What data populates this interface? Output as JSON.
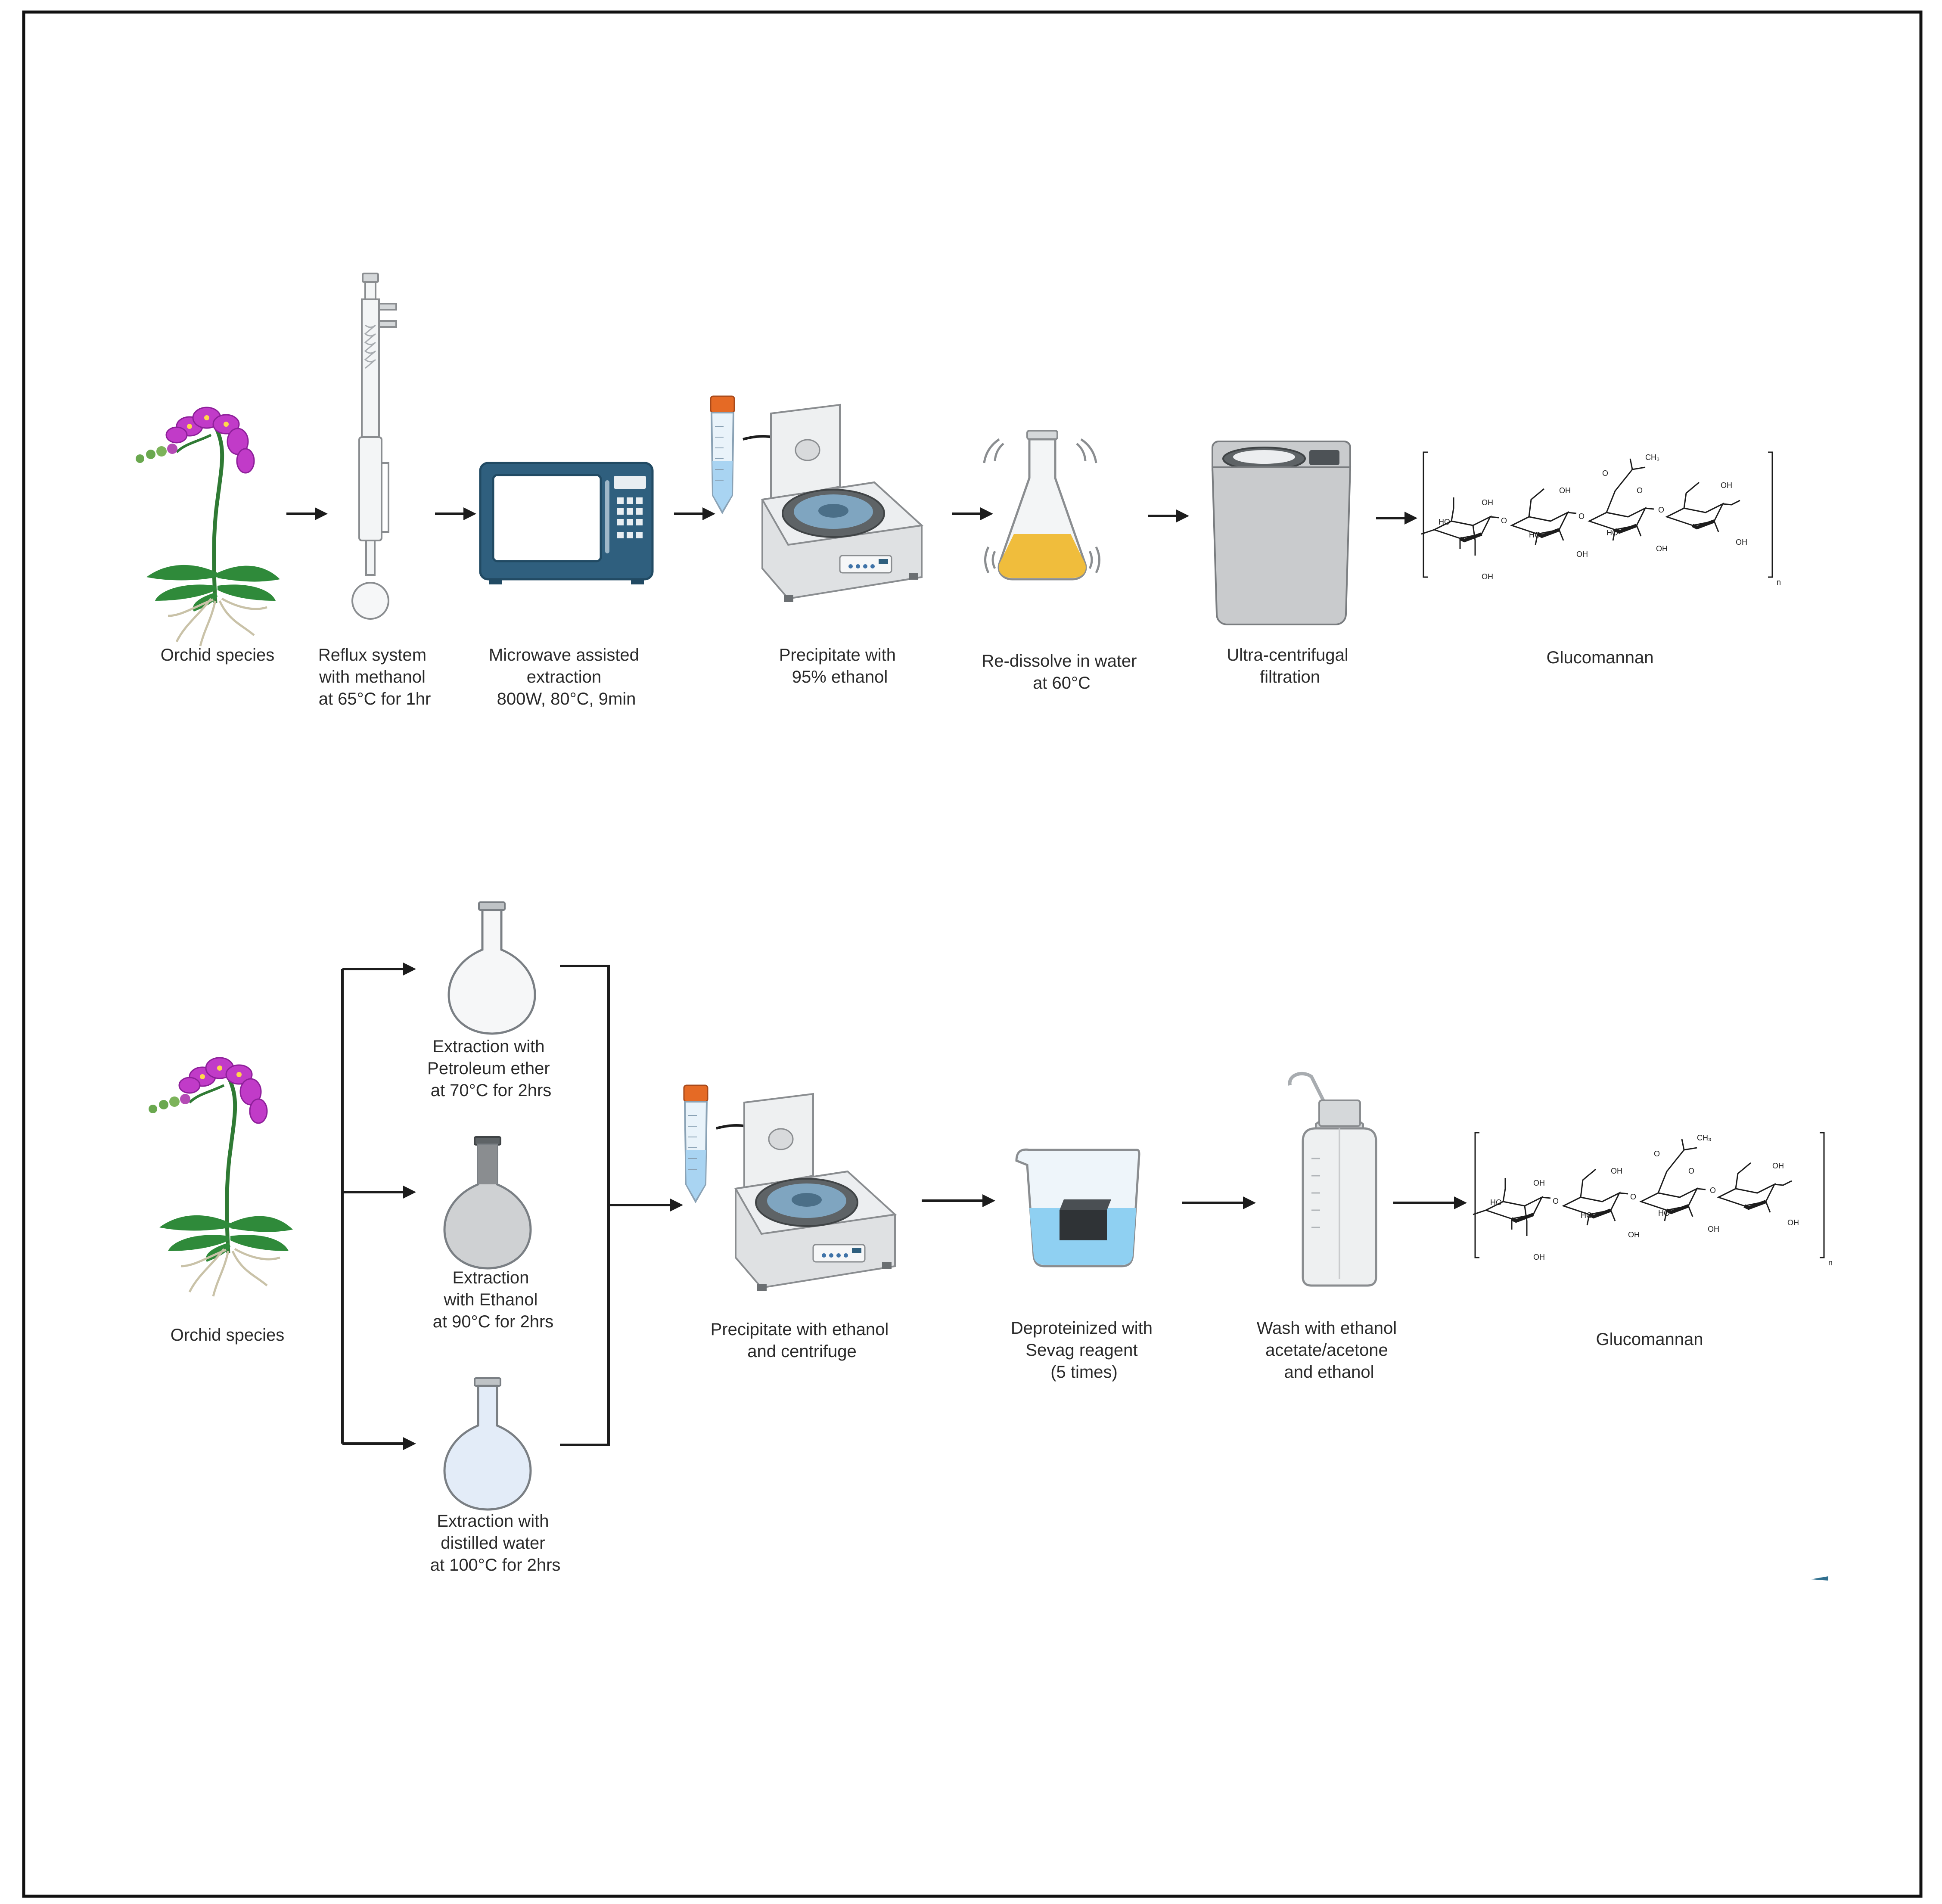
{
  "colors": {
    "frame": "#111111",
    "arrow": "#1c1c1c",
    "petal": "#c13bc8",
    "petal_dark": "#8e1f9a",
    "leaf": "#2f8a3a",
    "stem": "#2f7a34",
    "microwave": "#2f5f7e",
    "tube_cap": "#e56a25",
    "tube_liquid": "#a9d4f2",
    "device_gray": "#c9cbcd",
    "device_dark": "#8a8d90",
    "flask_fill": "#f0bd3c",
    "water": "#8fd0f2"
  },
  "top_row": {
    "steps": [
      {
        "icon": "orchid-icon",
        "label": [
          "Orchid species"
        ]
      },
      {
        "icon": "reflux-condenser-icon",
        "label": [
          "Reflux system",
          "with methanol",
          "at 65°C for 1hr"
        ]
      },
      {
        "icon": "microwave-icon",
        "label": [
          "Microwave assisted",
          "extraction",
          "800W, 80°C, 9min"
        ]
      },
      {
        "icon": "centrifuge-icon",
        "label": [
          "Precipitate with",
          "95% ethanol"
        ]
      },
      {
        "icon": "erlenmeyer-flask-icon",
        "label": [
          "Re-dissolve in water",
          "at 60°C"
        ]
      },
      {
        "icon": "ultracentrifuge-icon",
        "label": [
          "Ultra-centrifugal",
          "filtration"
        ]
      },
      {
        "icon": "glucomannan-structure-icon",
        "label": [
          "Glucomannan"
        ]
      }
    ]
  },
  "bottom_row": {
    "source": {
      "icon": "orchid-icon",
      "label": [
        "Orchid species"
      ]
    },
    "branches": [
      {
        "icon": "round-flask-clear-icon",
        "label": [
          "Extraction with",
          "Petroleum ether",
          "at 70°C for 2hrs"
        ]
      },
      {
        "icon": "round-flask-gray-icon",
        "label": [
          "Extraction",
          "with Ethanol",
          "at 90°C for 2hrs"
        ]
      },
      {
        "icon": "round-flask-blue-icon",
        "label": [
          "Extraction with",
          "distilled water",
          "at 100°C for 2hrs"
        ]
      }
    ],
    "steps": [
      {
        "icon": "centrifuge-icon",
        "label": [
          "Precipitate with ethanol",
          "and centrifuge"
        ]
      },
      {
        "icon": "beaker-icon",
        "label": [
          "Deproteinized with",
          "Sevag reagent",
          "(5 times)"
        ]
      },
      {
        "icon": "wash-bottle-icon",
        "label": [
          "Wash with ethanol",
          "acetate/acetone",
          "and ethanol"
        ]
      },
      {
        "icon": "glucomannan-structure-icon",
        "label": [
          "Glucomannan"
        ]
      }
    ]
  },
  "structure_text": {
    "ho": "HO",
    "oh": "OH",
    "o": "O",
    "ch3": "CH₃",
    "n": "n"
  }
}
